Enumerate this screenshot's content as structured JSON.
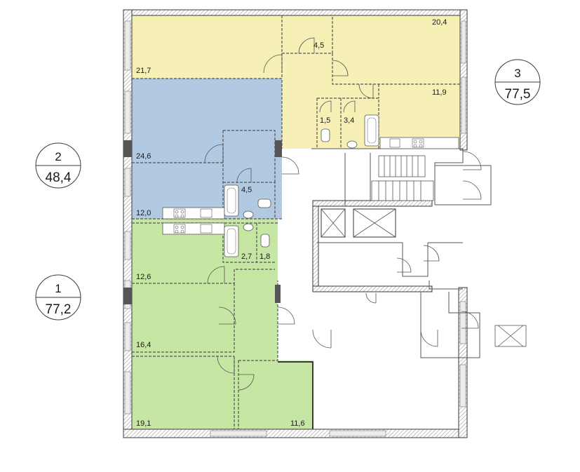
{
  "colors": {
    "apartment_1": "#c6e6a4",
    "apartment_2": "#b2c9e2",
    "apartment_3": "#f6efb6",
    "wall": "#3a3a3a",
    "window": "#d0d0d0"
  },
  "apartments": [
    {
      "number": "1",
      "area": "77,2",
      "color_key": "apartment_1"
    },
    {
      "number": "2",
      "area": "48,4",
      "color_key": "apartment_2"
    },
    {
      "number": "3",
      "area": "77,5",
      "color_key": "apartment_3"
    }
  ],
  "rooms": {
    "a3_room_20_4": "20,4",
    "a3_hall_4_5": "4,5",
    "a3_room_21_7": "21,7",
    "a3_room_11_9": "11,9",
    "a3_wc_1_5": "1,5",
    "a3_bath_3_4": "3,4",
    "a2_room_24_6": "24,6",
    "a2_bath_4_5": "4,5",
    "a2_kitchen_12_0": "12,0",
    "a1_bath_2_7": "2,7",
    "a1_wc_1_8": "1,8",
    "a1_room_12_6": "12,6",
    "a1_room_16_4": "16,4",
    "a1_room_19_1": "19,1",
    "a1_room_11_6": "11,6"
  }
}
